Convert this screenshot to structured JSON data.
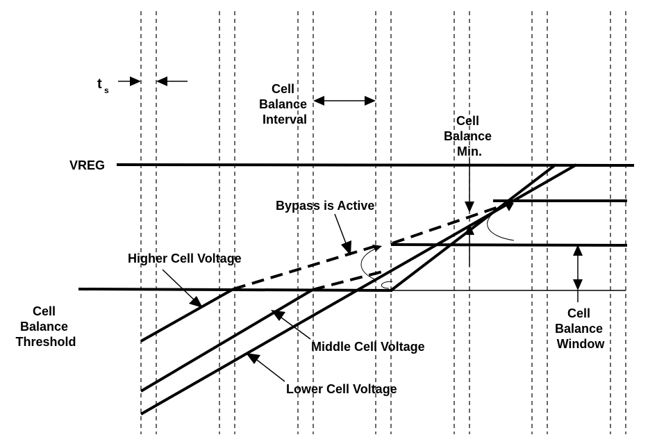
{
  "labels": {
    "ts_main": "t",
    "ts_sub": "s",
    "cell_balance_interval": [
      "Cell",
      "Balance",
      "Interval"
    ],
    "cell_balance_min": [
      "Cell",
      "Balance",
      "Min."
    ],
    "vreg": "VREG",
    "bypass_is_active": "Bypass is Active",
    "higher_cell_voltage": "Higher Cell Voltage",
    "cell_balance_threshold": [
      "Cell",
      "Balance",
      "Threshold"
    ],
    "middle_cell_voltage": "Middle Cell Voltage",
    "lower_cell_voltage": "Lower Cell Voltage",
    "cell_balance_window": [
      "Cell",
      "Balance",
      "Window"
    ]
  }
}
